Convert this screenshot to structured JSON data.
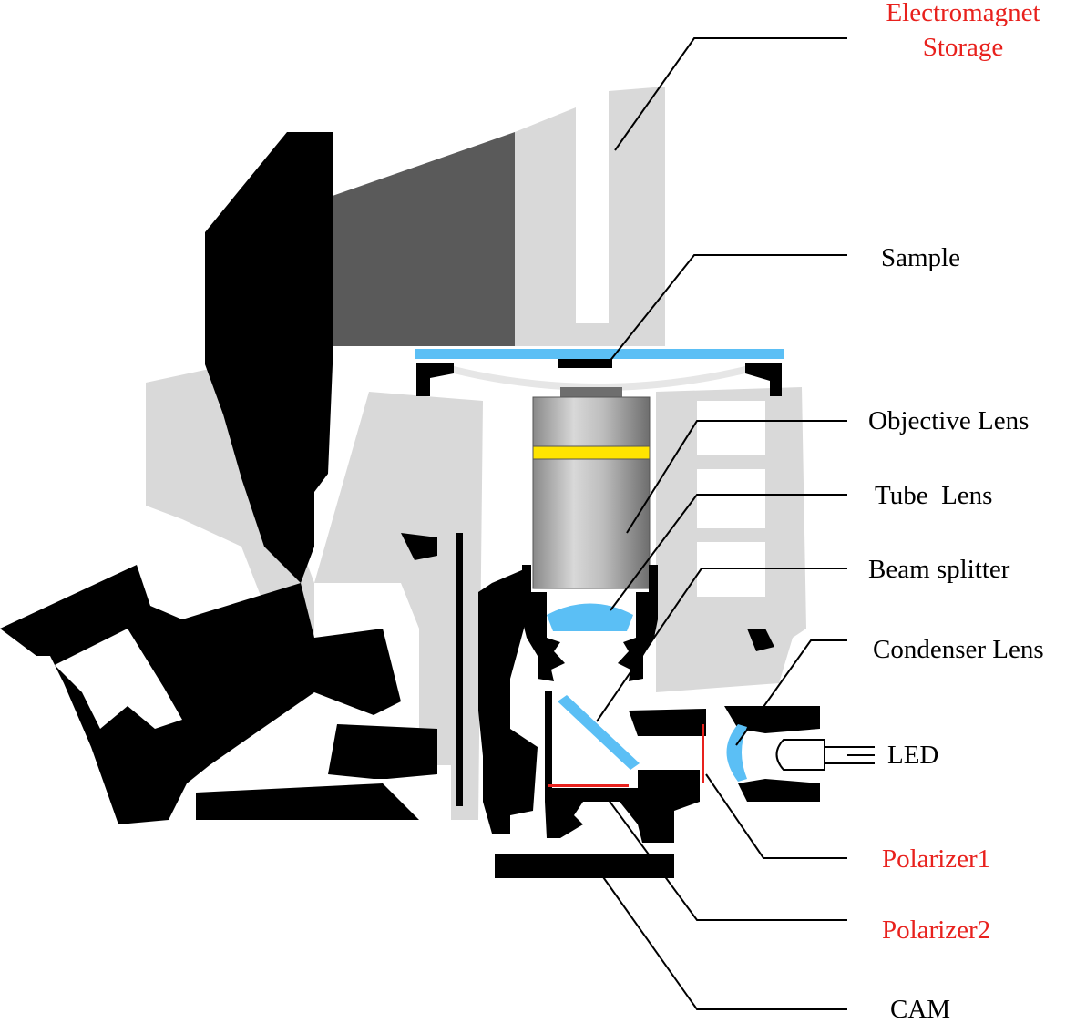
{
  "labels": {
    "electromagnet_line1": "Electromagnet",
    "electromagnet_line2": "Storage",
    "sample": "Sample",
    "objective_lens": "Objective Lens",
    "tube_lens": "Tube  Lens",
    "beam_splitter": "Beam splitter",
    "condenser_lens": "Condenser Lens",
    "led": "LED",
    "polarizer1": "Polarizer1",
    "polarizer2": "Polarizer2",
    "cam": "CAM"
  },
  "colors": {
    "label_text": "#000000",
    "highlight_text": "#e8211d",
    "structure_black": "#000000",
    "structure_gray": "#d9d9d9",
    "magnet_dark": "#5a5a5a",
    "optic_blue": "#5bbff5",
    "objective_band": "#ffe400",
    "polarizer_red": "#e8211d"
  }
}
